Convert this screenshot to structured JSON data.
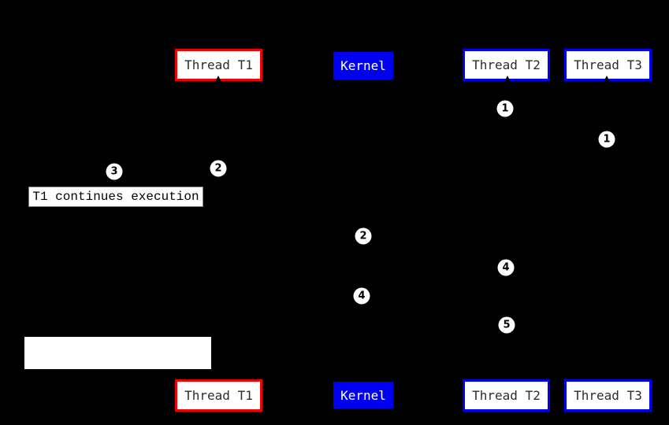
{
  "canvas": {
    "background": "#000000"
  },
  "colors": {
    "background": "#000000",
    "red": "#f20000",
    "blue": "#0000f0",
    "box_bg": "#ffffff",
    "text_dark": "#2d2d2d",
    "text_light": "#ffffff"
  },
  "boxes": {
    "top": [
      {
        "label": "Thread T1",
        "variant": "red"
      },
      {
        "label": "Kernel",
        "variant": "kernel"
      },
      {
        "label": "Thread T2",
        "variant": "blue"
      },
      {
        "label": "Thread T3",
        "variant": "blue"
      }
    ],
    "bottom": [
      {
        "label": "Thread T1",
        "variant": "red"
      },
      {
        "label": "Kernel",
        "variant": "kernel"
      },
      {
        "label": "Thread T2",
        "variant": "blue"
      },
      {
        "label": "Thread T3",
        "variant": "blue"
      }
    ]
  },
  "step_markers": [
    "1",
    "1",
    "3",
    "2",
    "2",
    "4",
    "4",
    "5"
  ],
  "annotation": {
    "text": "T1 continues execution"
  }
}
